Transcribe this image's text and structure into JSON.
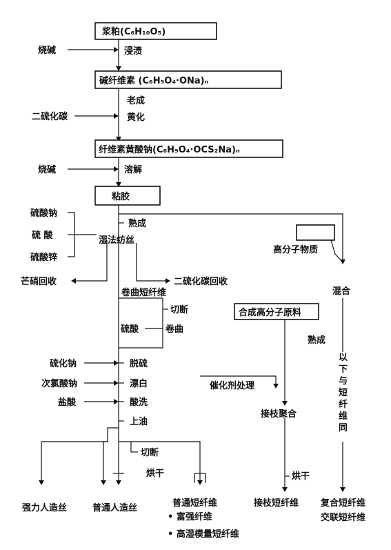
{
  "boxes": {
    "pulp": "浆粕(C₆H₁₀O₅)",
    "alkali_cellulose": "碱纤维素 (C₆H₉O₄·ONa)ₙ",
    "xanthate": "纤维素黄酸钠(C₆H₉O₄·OCS₂Na)ₙ",
    "viscose": "粘胶",
    "synthetic_raw": "合成高分子原料"
  },
  "reagents": {
    "caustic_soda_1": "烧碱",
    "carbon_disulfide": "二硫化碳",
    "caustic_soda_2": "烧碱",
    "sodium_sulfate": "硫酸钠",
    "sulfuric_acid": "硫 酸",
    "zinc_sulfate": "硫酸锌",
    "glauber_recovery": "芒硝回收",
    "cs2_recovery": "二硫化碳回收",
    "sulfuric_acid_2": "硫酸",
    "sodium_sulfide": "硫化钠",
    "sodium_hypochlorite": "次氯酸钠",
    "hydrochloric_acid": "盐酸",
    "polymer": "高分子物质",
    "catalyst": "催化剂处理"
  },
  "steps": {
    "steep": "浸渍",
    "age": "老成",
    "xanthation": "黄化",
    "dissolve": "溶解",
    "ripen": "熟成",
    "wet_spin": "湿法纺丝",
    "crimp_staple": "卷曲短纤维",
    "cut": "切断",
    "crimp": "卷曲",
    "desulfur": "脱硫",
    "bleach": "漂白",
    "acid_wash": "酸洗",
    "oil": "上油",
    "cut2": "切断",
    "dry": "烘干",
    "mix": "混合",
    "ripen2": "熟成",
    "graft": "接枝聚合",
    "dry2": "烘干",
    "same_note": "以下与短纤维同"
  },
  "products": {
    "high_strength": "强力人造丝",
    "ordinary_rayon": "普通人造丝",
    "ordinary_staple": "普通短纤维",
    "rich_strong": "• 富强纤维",
    "high_wet_modulus": "• 高湿模量短纤维",
    "graft_staple": "接枝短纤维",
    "composite_staple": "复合短纤维",
    "crosslink_staple": "交联短纤维"
  },
  "colors": {
    "ink": "#111111",
    "paper": "#ffffff"
  }
}
